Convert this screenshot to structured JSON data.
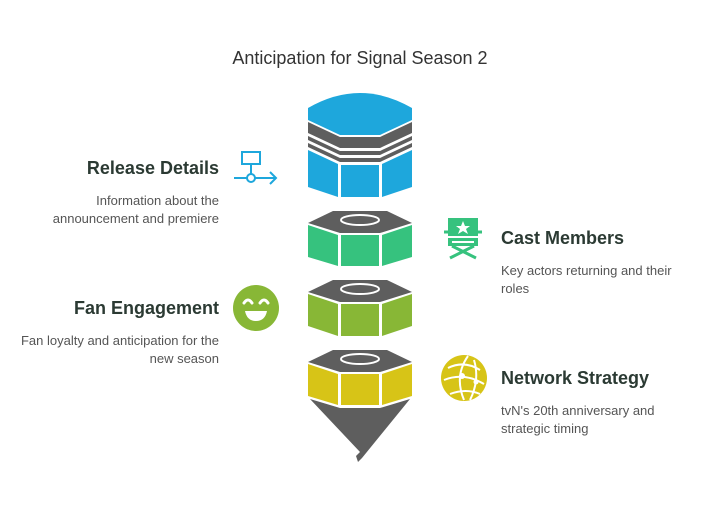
{
  "title": "Anticipation for Signal Season 2",
  "items": [
    {
      "title": "Release Details",
      "description": "Information about the announcement and premiere",
      "icon": "flowchart-arrow-icon",
      "color": "#1ea7dc"
    },
    {
      "title": "Cast Members",
      "description": "Key actors returning and their roles",
      "icon": "director-chair-icon",
      "color": "#36c27e"
    },
    {
      "title": "Fan Engagement",
      "description": "Fan loyalty and anticipation for the new season",
      "icon": "smiley-face-icon",
      "color": "#88b736"
    },
    {
      "title": "Network Strategy",
      "description": "tvN's 20th anniversary and strategic timing",
      "icon": "globe-network-icon",
      "color": "#d7c417"
    }
  ],
  "colors": {
    "gray": "#5e5e5e",
    "blue": "#1ea7dc",
    "green": "#36c27e",
    "lime": "#88b736",
    "yellow": "#d7c417"
  }
}
